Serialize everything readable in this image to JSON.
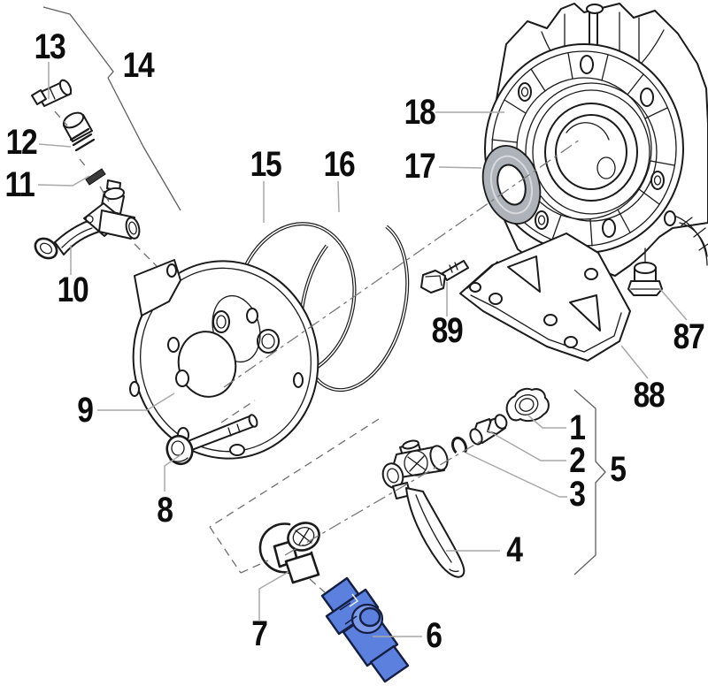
{
  "diagram": {
    "type": "exploded-parts-diagram",
    "subject": "pump crankcase with mounting bracket, flange cover, o-rings, seal and valve fittings",
    "background_color": "#ffffff",
    "outline_color": "#1a1a1a",
    "leader_line_color": "#a9a9a9",
    "centerline_color": "#787878",
    "label_color": "#0d0d0d",
    "highlight": {
      "part": "6",
      "fill": "#5b80dd",
      "outline": "#141f44",
      "port_fill": "#7d9ae8"
    },
    "seal_fill": "#aeb3ba",
    "callouts": {
      "p1": "1",
      "p2": "2",
      "p3": "3",
      "p4": "4",
      "p5": "5",
      "p6": "6",
      "p7": "7",
      "p8": "8",
      "p9": "9",
      "p10": "10",
      "p11": "11",
      "p12": "12",
      "p13": "13",
      "p14": "14",
      "p15": "15",
      "p16": "16",
      "p17": "17",
      "p18": "18",
      "p87": "87",
      "p88": "88",
      "p89": "89"
    }
  }
}
